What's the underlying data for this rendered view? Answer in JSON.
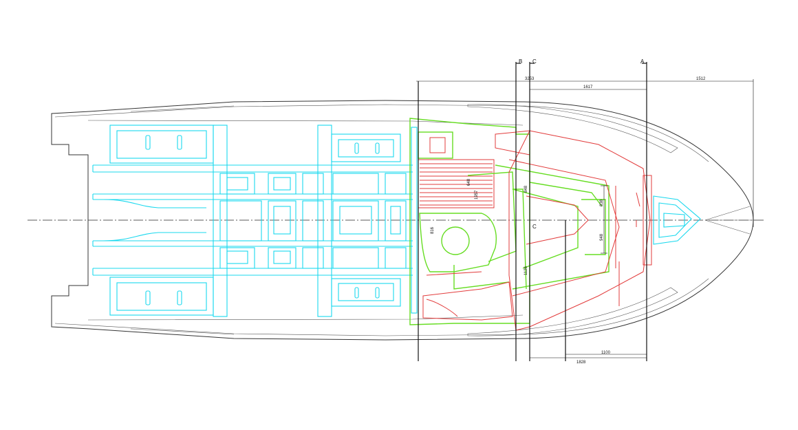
{
  "colors": {
    "hull": "#333333",
    "cyan_structure": "#18d8ee",
    "green_deck": "#66dd22",
    "red_cabin": "#e23b3b",
    "dimension": "#111111"
  },
  "section_labels": {
    "top_b": "B",
    "top_c": "C",
    "top_a": "A",
    "mid_c": "C"
  },
  "dimensions": {
    "top_left": "3253",
    "top_mid": "1617",
    "top_right": "1512",
    "bottom_inner": "1100",
    "bottom_outer": "1828"
  },
  "small_dims": {
    "v1": "838",
    "v2": "948",
    "v3": "848",
    "v4": "1126",
    "v5": "816",
    "v6": "1957",
    "v7": "648"
  }
}
